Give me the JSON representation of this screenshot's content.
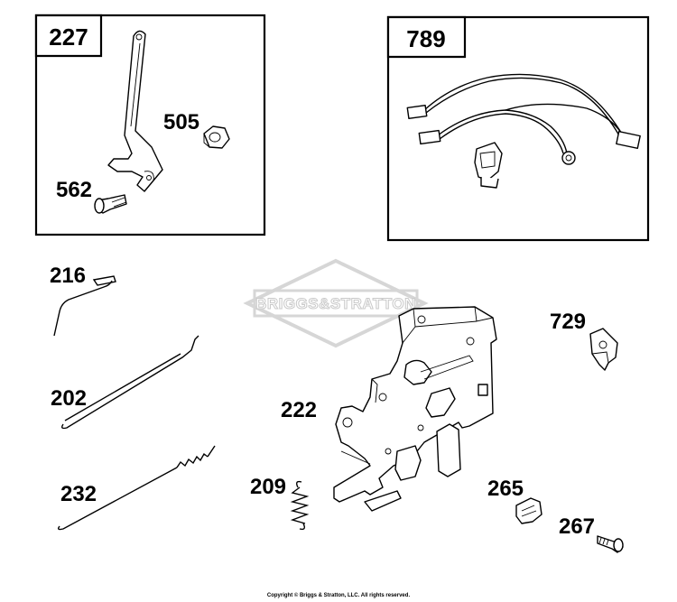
{
  "boxes": [
    {
      "label": "227"
    },
    {
      "label": "789"
    }
  ],
  "labels": {
    "p505": "505",
    "p562": "562",
    "p216": "216",
    "p202": "202",
    "p232": "232",
    "p222": "222",
    "p209": "209",
    "p729": "729",
    "p265": "265",
    "p267": "267"
  },
  "watermark": {
    "brand": "BRIGGS&STRATTON"
  },
  "copyright": "Copyright © Briggs & Stratton, LLC. All rights reserved."
}
